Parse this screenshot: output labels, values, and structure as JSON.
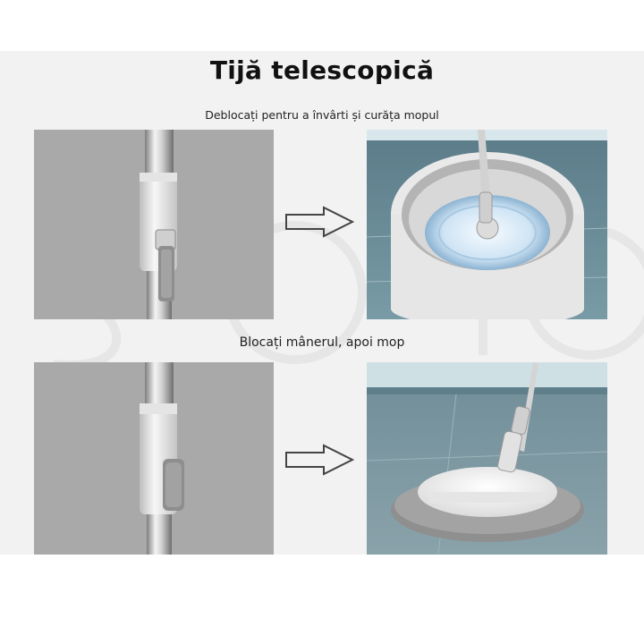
{
  "title": "Tijă telescopică",
  "sections": [
    {
      "caption": "Deblocați pentru a învârti și curăța mopul",
      "left_image": "unlocked-latch-closeup",
      "right_image": "mop-spinning-in-bucket"
    },
    {
      "caption": "Blocați mânerul, apoi mop",
      "left_image": "locked-latch-closeup",
      "right_image": "mop-on-floor"
    }
  ],
  "arrow_icon": "arrow-right-icon",
  "colors": {
    "background": "#f2f2f2",
    "panel_gray": "#a7a7a7",
    "title": "#111111"
  }
}
